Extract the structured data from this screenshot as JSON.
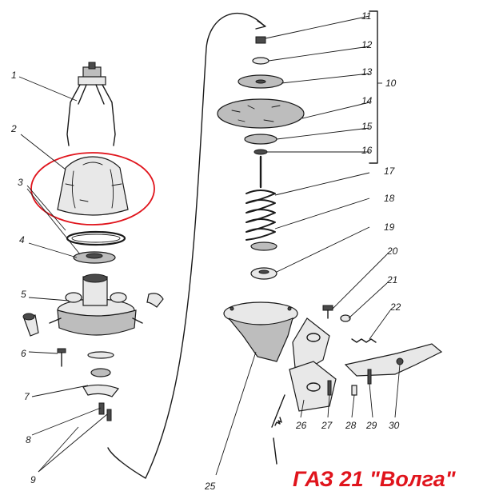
{
  "title": "ГАЗ 21 \"Волга\"",
  "group_label": "10",
  "labels": {
    "n1": "1",
    "n2": "2",
    "n3": "3",
    "n4": "4",
    "n5": "5",
    "n6": "6",
    "n7": "7",
    "n8": "8",
    "n9": "9",
    "n11": "11",
    "n12": "12",
    "n13": "13",
    "n14": "14",
    "n15": "15",
    "n16": "16",
    "n17": "17",
    "n18": "18",
    "n19": "19",
    "n20": "20",
    "n21": "21",
    "n22": "22",
    "n25": "25",
    "n26": "26",
    "n27": "27",
    "n28": "28",
    "n29": "29",
    "n30": "30"
  },
  "highlight_color": "#e0141c"
}
